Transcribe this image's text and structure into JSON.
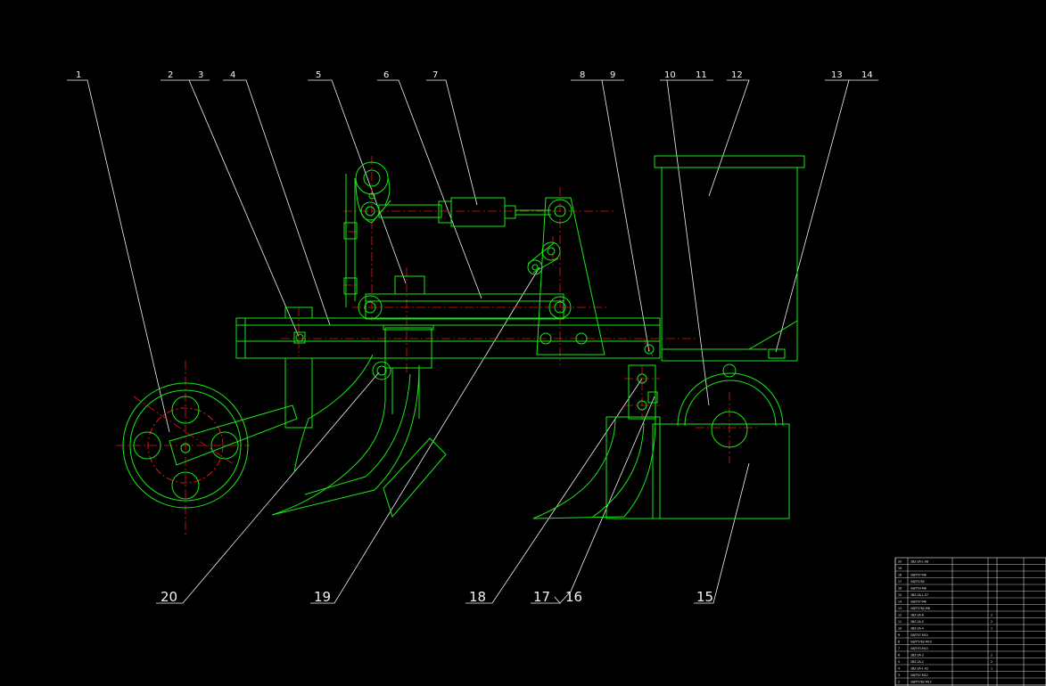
{
  "labels": [
    "1",
    "2",
    "3",
    "4",
    "5",
    "6",
    "7",
    "8",
    "9",
    "10",
    "11",
    "12",
    "13",
    "14",
    "15",
    "16",
    "17",
    "18",
    "19",
    "20"
  ],
  "title_block": {
    "rows": [
      {
        "no": "20",
        "code": "2BZ-2A-1-08",
        "name": "",
        "qty": "",
        "note": ""
      },
      {
        "no": "19",
        "code": "",
        "name": "",
        "qty": "",
        "note": ""
      },
      {
        "no": "18",
        "code": "GB/T97-M8",
        "name": "",
        "qty": "",
        "note": ""
      },
      {
        "no": "17",
        "code": "GB/T5782",
        "name": "",
        "qty": "",
        "note": ""
      },
      {
        "no": "16",
        "code": "GB/T93-M8",
        "name": "",
        "qty": "",
        "note": ""
      },
      {
        "no": "15",
        "code": "2BZ-2A-1-07",
        "name": "",
        "qty": "",
        "note": ""
      },
      {
        "no": "14",
        "code": "GB/T97-M6",
        "name": "",
        "qty": "",
        "note": ""
      },
      {
        "no": "13",
        "code": "GB/T5782-M6",
        "name": "",
        "qty": "",
        "note": ""
      },
      {
        "no": "12",
        "code": "2BZ-2A-6",
        "name": "",
        "qty": "2",
        "note": ""
      },
      {
        "no": "11",
        "code": "2BZ-2A-5",
        "name": "",
        "qty": "2",
        "note": ""
      },
      {
        "no": "10",
        "code": "2BZ-2A-4",
        "name": "",
        "qty": "1",
        "note": ""
      },
      {
        "no": "9",
        "code": "GB/T97-M10",
        "name": "",
        "qty": "",
        "note": ""
      },
      {
        "no": "8",
        "code": "GB/T5782-M10",
        "name": "",
        "qty": "",
        "note": ""
      },
      {
        "no": "7",
        "code": "GB/T93-M10",
        "name": "",
        "qty": "",
        "note": ""
      },
      {
        "no": "6",
        "code": "2BZ-2A-3",
        "name": "",
        "qty": "2",
        "note": ""
      },
      {
        "no": "5",
        "code": "2BZ-2A-2",
        "name": "",
        "qty": "2",
        "note": ""
      },
      {
        "no": "4",
        "code": "2BZ-2A-1-02",
        "name": "",
        "qty": "1",
        "note": ""
      },
      {
        "no": "3",
        "code": "GB/T97-M12",
        "name": "",
        "qty": "",
        "note": ""
      },
      {
        "no": "2",
        "code": "GB/T5782-M12",
        "name": "",
        "qty": "",
        "note": ""
      }
    ]
  },
  "colors": {
    "part": "#18e818",
    "leader": "#f2f2f2",
    "centerline": "#e01818",
    "background": "#000000"
  }
}
